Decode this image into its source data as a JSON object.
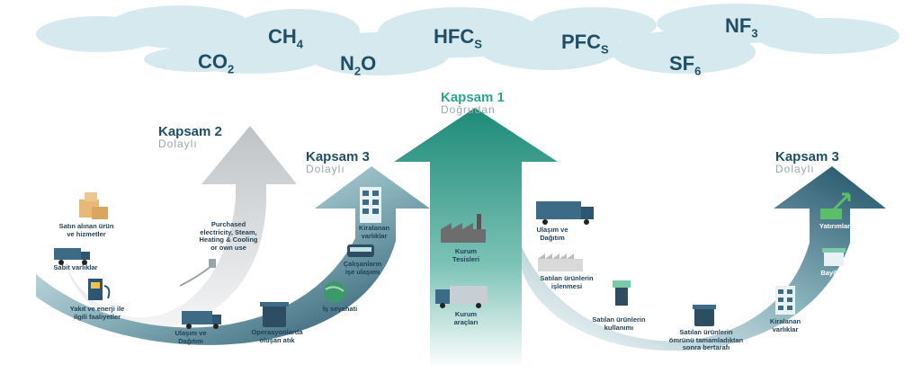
{
  "colors": {
    "cloud": "#d5e9ee",
    "scope1_arrow": "#1f8f7c",
    "scope2_arrow": "#c9ccce",
    "scope3_arrow": "#1f4f66",
    "text_dark": "#1f4f66",
    "scope1_title": "#2aa58d"
  },
  "gases": {
    "co2": {
      "base": "CO",
      "sub": "2"
    },
    "ch4": {
      "base": "CH",
      "sub": "4"
    },
    "n2o": {
      "base": "N",
      "sub": "2",
      "tail": "O"
    },
    "hfcs": {
      "base": "HFC",
      "sub": "S"
    },
    "pfcs": {
      "base": "PFC",
      "sub": "S"
    },
    "sf6": {
      "base": "SF",
      "sub": "6"
    },
    "nf3": {
      "base": "NF",
      "sub": "3"
    }
  },
  "scopes": {
    "scope1": {
      "title": "Kapsam 1",
      "subtitle": "Doğrudan"
    },
    "scope2": {
      "title": "Kapsam 2",
      "subtitle": "Dolaylı"
    },
    "scope3_up": {
      "title": "Kapsam 3",
      "subtitle": "Dolaylı"
    },
    "scope3_down": {
      "title": "Kapsam 3",
      "subtitle": "Dolaylı"
    }
  },
  "labels": {
    "purchased_goods": "Satın alınan ürün\nve hizmetler",
    "capital_goods": "Sabit varlıklar",
    "fuel_energy": "Yakıt ve enerji ile\nilgili faaliyetler",
    "purchased_electricity": "Purchased\nelectricity, Steam,\nHeating & Cooling\nor own use",
    "upstream_transport": "Ulaşım ve\nDağıtım",
    "waste": "Operasyonlarda\noluşan atık",
    "business_travel": "İş seyahati",
    "commuting": "Çalışanların\nişe ulaşımı",
    "leased_assets_up": "Kiralanan\nvarlıklar",
    "facilities": "Kurum\nTesisleri",
    "vehicles": "Kurum\naraçları",
    "downstream_transport": "Ulaşım ve\nDağıtım",
    "processing": "Satılan ürünlerin\nişlenmesi",
    "use_of_products": "Satılan ürünlerin\nkullanımı",
    "end_of_life": "Satılan ürünlerin\nömrünü tamamladıktan\nsonra bertarafı",
    "leased_assets_down": "Kiralanan\nvarlıklar",
    "franchises": "Bayilikler",
    "investments": "Yatırımlar"
  }
}
